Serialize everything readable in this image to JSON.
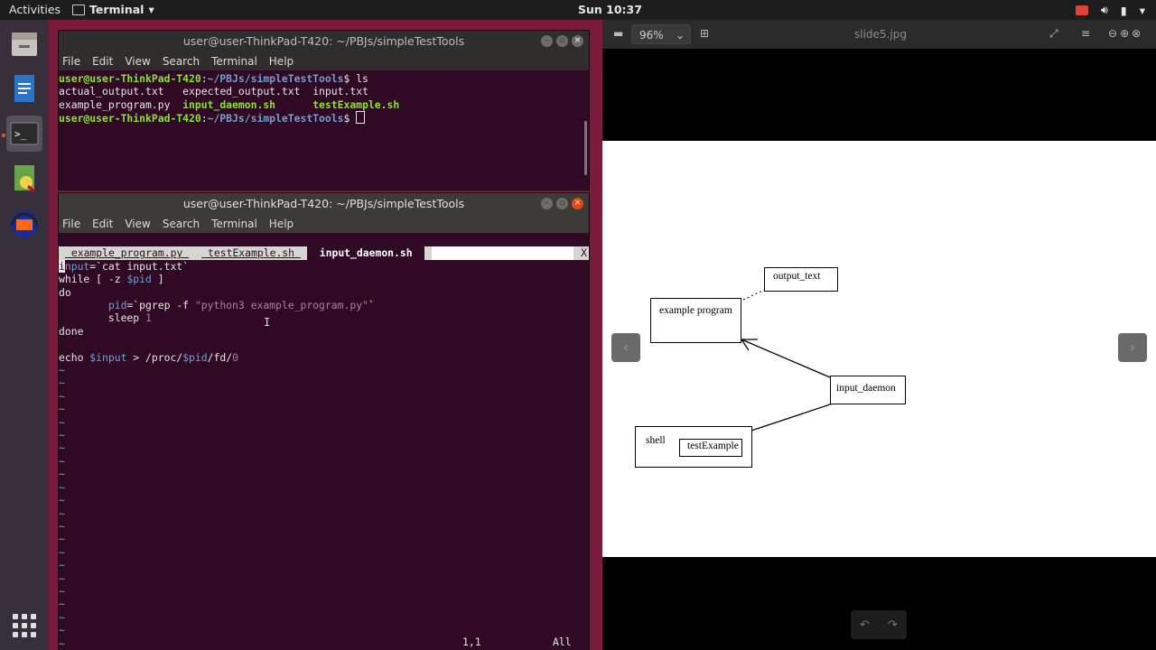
{
  "topbar": {
    "activities": "Activities",
    "app_menu": "Terminal",
    "clock": "Sun 10:37"
  },
  "dock": {
    "items": [
      "files",
      "writer",
      "terminal",
      "draw",
      "audacity"
    ],
    "show_apps": "show-applications"
  },
  "terminal_top": {
    "title": "user@user-ThinkPad-T420: ~/PBJs/simpleTestTools",
    "menu": [
      "File",
      "Edit",
      "View",
      "Search",
      "Terminal",
      "Help"
    ],
    "prompt_user": "user@user-ThinkPad-T420",
    "prompt_path": "~/PBJs/simpleTestTools",
    "prompt_suffix": "$ ",
    "command": "ls",
    "files": {
      "a1": "actual_output.txt",
      "a2": "expected_output.txt",
      "a3": "input.txt",
      "b1": "example_program.py",
      "b2": "input_daemon.sh",
      "b3": "testExample.sh"
    }
  },
  "terminal_bottom": {
    "title": "user@user-ThinkPad-T420: ~/PBJs/simpleTestTools",
    "menu": [
      "File",
      "Edit",
      "View",
      "Search",
      "Terminal",
      "Help"
    ],
    "tabs": [
      " example_program.py ",
      " testExample.sh ",
      " input_daemon.sh "
    ],
    "tab_close": "X",
    "code": {
      "l1a": "i",
      "l1b": "nput",
      "l1c": "=`cat input.txt`",
      "l2a": "while",
      "l2b": " [ -z ",
      "l2c": "$pid",
      "l2d": " ]",
      "l3": "do",
      "l4a": "        ",
      "l4b": "pid",
      "l4c": "=`pgrep -f ",
      "l4d": "\"python3 example_program.py\"",
      "l4e": "`",
      "l5a": "        sleep ",
      "l5b": "1",
      "l6": "done",
      "l8a": "echo ",
      "l8b": "$input",
      "l8c": " > /proc/",
      "l8d": "$pid",
      "l8e": "/fd/",
      "l8f": "0"
    },
    "tilde": "~",
    "status_pos": "1,1",
    "status_all": "All"
  },
  "viewer": {
    "zoom": "96%",
    "filename": "slide5.jpg",
    "diagram": {
      "output_text": "output_text",
      "example_program": "example  program",
      "input_daemon": "input_daemon",
      "shell": "shell",
      "test_example": "testExample"
    }
  }
}
